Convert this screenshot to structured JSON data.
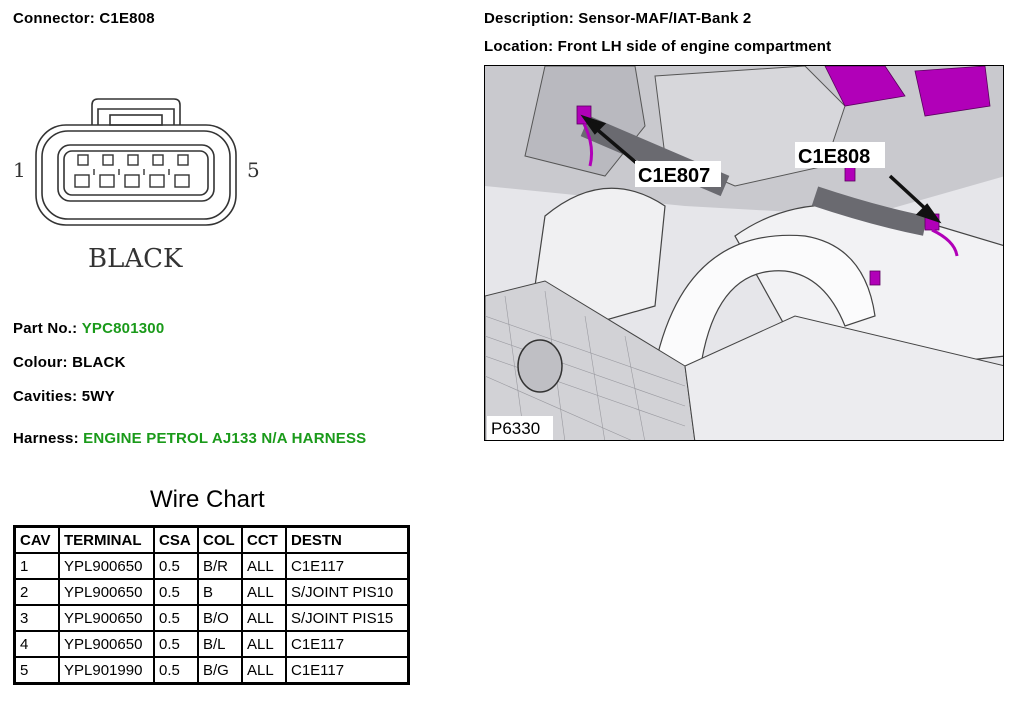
{
  "connector": {
    "label": "Connector:",
    "value": "C1E808"
  },
  "description": {
    "label": "Description:",
    "value": "Sensor-MAF/IAT-Bank 2"
  },
  "location": {
    "label": "Location:",
    "value": "Front LH side of engine compartment"
  },
  "diagram": {
    "pin_left": "1",
    "pin_right": "5",
    "color_label": "BLACK"
  },
  "part_no": {
    "label": "Part No.:",
    "value": "YPC801300"
  },
  "colour": {
    "label": "Colour:",
    "value": "BLACK"
  },
  "cavities": {
    "label": "Cavities:",
    "value": "5WY"
  },
  "harness": {
    "label": "Harness:",
    "value": "ENGINE PETROL AJ133 N/A HARNESS"
  },
  "photo": {
    "callout_1": "C1E807",
    "callout_2": "C1E808",
    "ref": "P6330"
  },
  "wire_chart": {
    "title": "Wire Chart",
    "headers": [
      "CAV",
      "TERMINAL",
      "CSA",
      "COL",
      "CCT",
      "DESTN"
    ],
    "rows": [
      [
        "1",
        "YPL900650",
        "0.5",
        "B/R",
        "ALL",
        "C1E117"
      ],
      [
        "2",
        "YPL900650",
        "0.5",
        "B",
        "ALL",
        "S/JOINT PIS10"
      ],
      [
        "3",
        "YPL900650",
        "0.5",
        "B/O",
        "ALL",
        "S/JOINT PIS15"
      ],
      [
        "4",
        "YPL900650",
        "0.5",
        "B/L",
        "ALL",
        "C1E117"
      ],
      [
        "5",
        "YPL901990",
        "0.5",
        "B/G",
        "ALL",
        "C1E117"
      ]
    ]
  },
  "colors": {
    "green_text": "#1a9a1a",
    "harness_purple": "#b100b8"
  }
}
